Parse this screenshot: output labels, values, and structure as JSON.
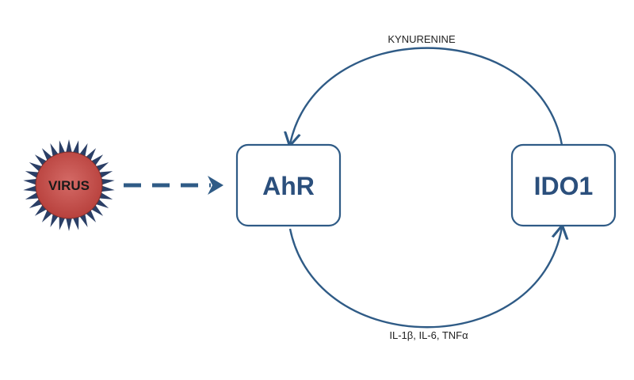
{
  "virus": {
    "label": "VIRUS",
    "fill_color": "#c0504d",
    "spike_color": "#2b3f66"
  },
  "nodes": {
    "ahr": {
      "label": "AhR"
    },
    "ido1": {
      "label": "IDO1"
    }
  },
  "edges": {
    "top_arc_label": "KYNURENINE",
    "bottom_arc_label": "IL-1β, IL-6, TNFα"
  },
  "colors": {
    "accent": "#2f5b86",
    "node_text": "#2b4f7c"
  }
}
